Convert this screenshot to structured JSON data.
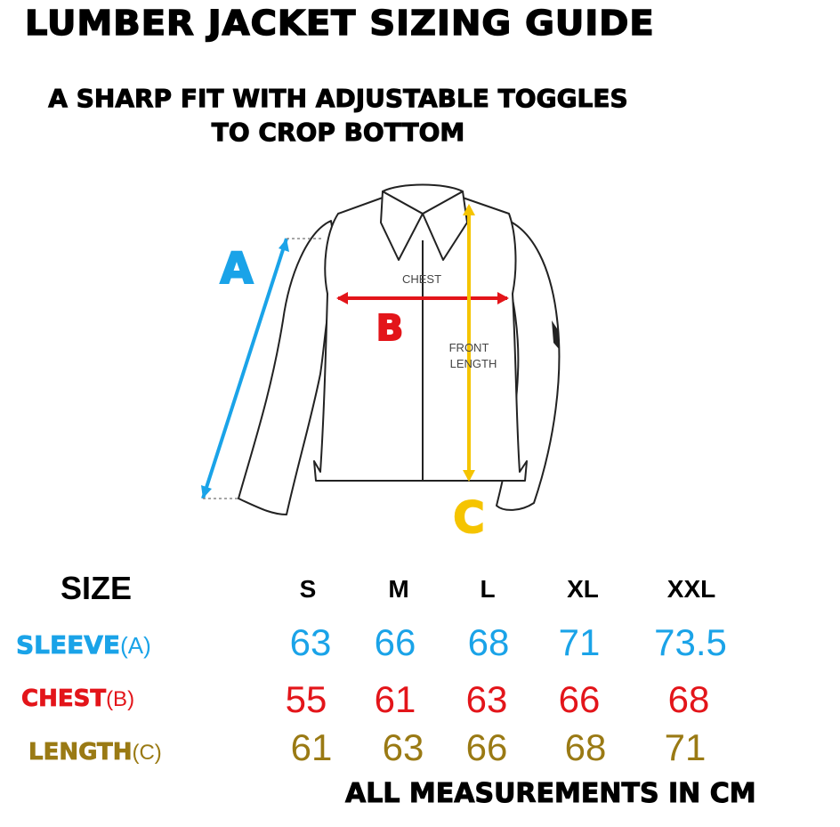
{
  "title": "LUMBER JACKET SIZING GUIDE",
  "subtitle_line1": "A SHARP FIT WITH ADJUSTABLE TOGGLES",
  "subtitle_line2": "TO CROP BOTTOM",
  "diagram": {
    "chest_label": "CHEST",
    "front_length_line1": "FRONT",
    "front_length_line2": "LENGTH",
    "marker_a": "A",
    "marker_b": "B",
    "marker_c": "C"
  },
  "colors": {
    "sleeve": "#1aa3e8",
    "chest": "#e3151a",
    "length": "#9a7a14",
    "length_marker": "#f5c400"
  },
  "table": {
    "size_header": "SIZE",
    "sizes": [
      "S",
      "M",
      "L",
      "XL",
      "XXL"
    ],
    "rows": [
      {
        "label": "SLEEVE",
        "paren": "(A)",
        "values": [
          "63",
          "66",
          "68",
          "71",
          "73.5"
        ]
      },
      {
        "label": "CHEST",
        "paren": "(B)",
        "values": [
          "55",
          "61",
          "63",
          "66",
          "68"
        ]
      },
      {
        "label": "LENGTH",
        "paren": "(C)",
        "values": [
          "61",
          "63",
          "66",
          "68",
          "71"
        ]
      }
    ]
  },
  "footer": "ALL MEASUREMENTS IN CM"
}
